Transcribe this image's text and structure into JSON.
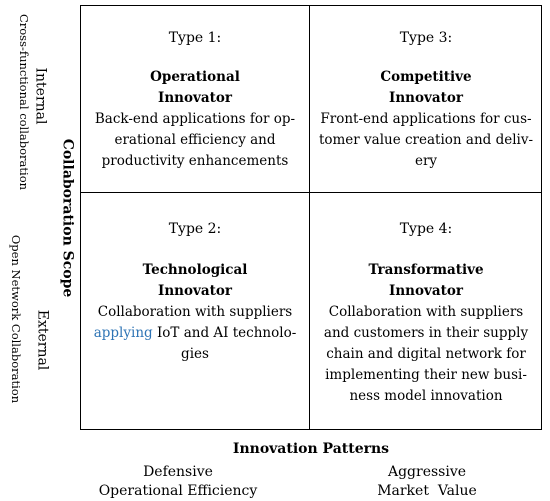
{
  "cells": {
    "type1": {
      "type": "Type 1:",
      "name_line1": "Operational",
      "name_line2": "Innovator",
      "desc": [
        "Back-end applications for op-",
        "erational efficiency and",
        "productivity enhancements"
      ]
    },
    "type3": {
      "type": "Type 3:",
      "name_line1": "Competitive",
      "name_line2": "Innovator",
      "desc": [
        "Front-end applications for cus-",
        "tomer value creation and deliv-",
        "ery"
      ]
    },
    "type2": {
      "type": "Type 2:",
      "name_line1": "Technological",
      "name_line2": "Innovator",
      "desc_line1": "Collaboration with suppliers",
      "desc_accent": "applying",
      "desc_line2_rest": "IoT and AI technolo-",
      "desc_line3": "gies"
    },
    "type4": {
      "type": "Type 4:",
      "name_line1": "Transformative",
      "name_line2": "Innovator",
      "desc": [
        "Collaboration with suppliers",
        "and customers in their supply",
        "chain and digital network for",
        "implementing their new busi-",
        "ness model innovation"
      ]
    }
  },
  "y_axis": {
    "title": "Collaboration Scope",
    "top_label": "Internal",
    "top_sub": "Cross-functional collaboration",
    "bottom_label": "External",
    "bottom_sub": "Open Network Collaboration"
  },
  "x_axis": {
    "title": "Innovation Patterns",
    "left_line1": "Defensive",
    "left_line2": "Operational Efficiency",
    "right_line1": "Aggressive",
    "right_line2": "Market  Value"
  },
  "colors": {
    "accent": "#2e74b5"
  }
}
